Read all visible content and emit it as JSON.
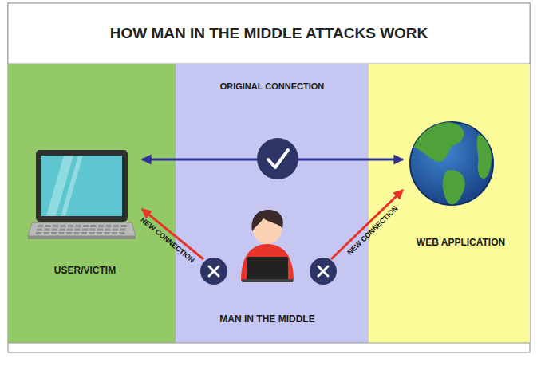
{
  "diagram": {
    "title": "HOW MAN IN THE MIDDLE ATTACKS WORK",
    "nodes": [
      {
        "text": [
          "USER/VICTIM"
        ]
      },
      {
        "text": [
          "ORIGINAL CONNECTION"
        ]
      },
      {
        "text": [
          "MAN IN THE MIDDLE"
        ],
        "in": 1
      },
      {
        "text": [
          "WEB APPLICATION"
        ]
      }
    ],
    "edges": [
      {
        "from": 0,
        "to": 3,
        "arrow": "both"
      },
      {
        "from": 2,
        "to": 0,
        "label": "NEW CONNECTION",
        "arrow": "to"
      },
      {
        "from": 2,
        "to": 3,
        "label": "NEW CONNECTION",
        "arrow": "to"
      }
    ]
  }
}
